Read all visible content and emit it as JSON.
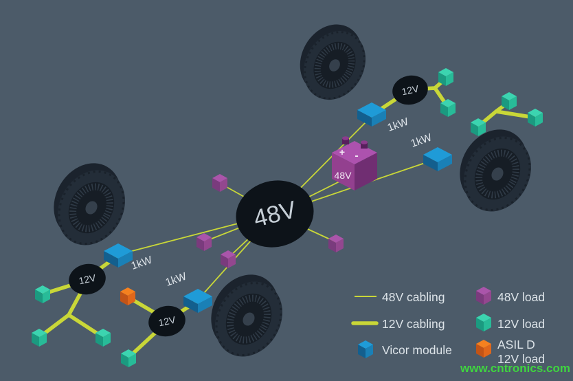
{
  "diagram": {
    "hub_48v_label": "48V",
    "hub_12v_label": "12V",
    "module_power_label": "1kW",
    "battery": {
      "label": "48V",
      "plus": "+",
      "minus": "-"
    }
  },
  "legend": {
    "items": [
      {
        "label": "48V cabling"
      },
      {
        "label": "12V cabling"
      },
      {
        "label": "Vicor module"
      },
      {
        "label": "48V load"
      },
      {
        "label": "12V load"
      },
      {
        "label": "ASIL D",
        "label2": "12V load"
      }
    ]
  },
  "watermark": {
    "text": "www.cntronics.com"
  },
  "colors": {
    "background": "#4c5b69",
    "cabling": "#c9d738",
    "vicor_module": "#1f9bd7",
    "load_48v": "#aa55aa",
    "load_12v": "#3cd4b0",
    "asil_load": "#f5811f",
    "battery": "#93408f",
    "hub_fill": "#0d1319",
    "text": "#dfe5ea",
    "watermark": "#3fd53f"
  }
}
